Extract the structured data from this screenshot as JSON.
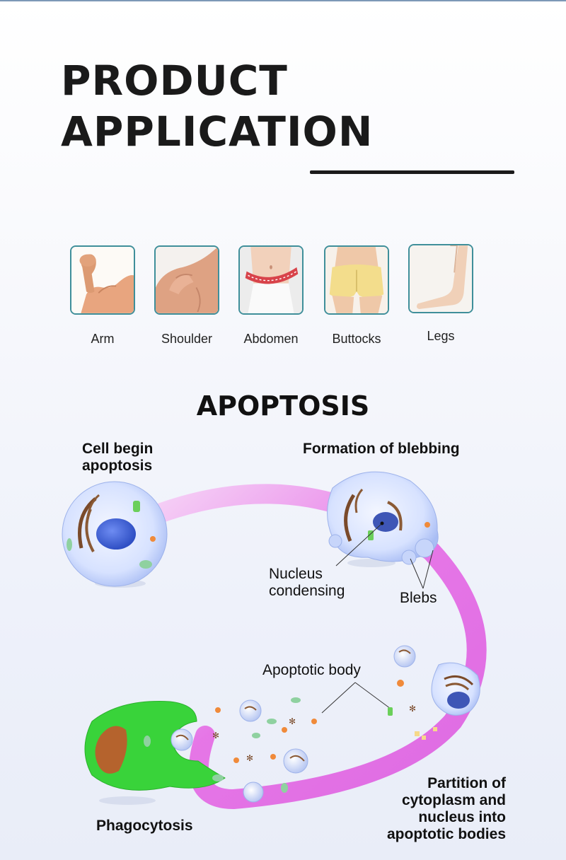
{
  "header": {
    "title_line1": "PRODUCT",
    "title_line2": "APPLICATION"
  },
  "body_parts": [
    {
      "label": "Arm",
      "icon": "arm-icon"
    },
    {
      "label": "Shoulder",
      "icon": "shoulder-icon"
    },
    {
      "label": "Abdomen",
      "icon": "abdomen-icon"
    },
    {
      "label": "Buttocks",
      "icon": "buttocks-icon"
    },
    {
      "label": "Legs",
      "icon": "legs-icon"
    }
  ],
  "apoptosis": {
    "title": "APOPTOSIS",
    "stages": {
      "start": [
        "Cell begin",
        "apoptosis"
      ],
      "blebbing": "Formation of blebbing",
      "partition": [
        "Partition of",
        "cytoplasm and",
        "nucleus into",
        "apoptotic bodies"
      ],
      "phagocytosis": "Phagocytosis"
    },
    "annotations": {
      "nucleus": [
        "Nucleus",
        "condensing"
      ],
      "blebs": "Blebs",
      "body": "Apoptotic body"
    }
  },
  "colors": {
    "accent_line": "#1a1a1a",
    "thumb_border": "#3f8f9a",
    "arc": "#e86ae8",
    "phagocyte": "#39d33a",
    "cell": "#d9e4ff"
  }
}
